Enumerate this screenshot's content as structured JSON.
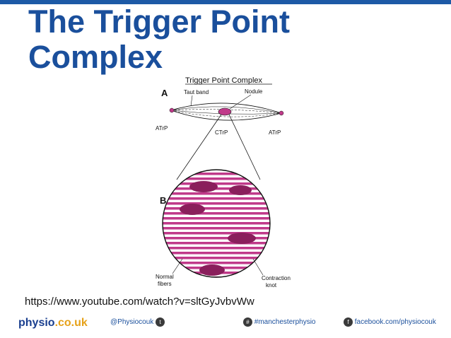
{
  "slide": {
    "title_line1": "The Trigger Point",
    "title_line2": "Complex",
    "url": "https://www.youtube.com/watch?v=sltGyJvbvWw"
  },
  "figure": {
    "title": "Trigger Point Complex",
    "label_a": "A",
    "label_b": "B",
    "taut_band": "Taut band",
    "nodule": "Nodule",
    "atrp_left": "ATrP",
    "ctrp": "CTrP",
    "atrp_right": "ATrP",
    "normal_fibers_1": "Normal",
    "normal_fibers_2": "fibers",
    "contraction_knot_1": "Contraction",
    "contraction_knot_2": "knot"
  },
  "footer": {
    "logo_main": "physio",
    "logo_suffix": ".co.uk",
    "twitter": "@Physiocouk",
    "hashtag": "#manchesterphysio",
    "facebook": "facebook.com/physiocouk"
  },
  "colors": {
    "brand": "#1a4f9c",
    "fiber": "#c03a8a",
    "knot": "#8a1f5c"
  }
}
